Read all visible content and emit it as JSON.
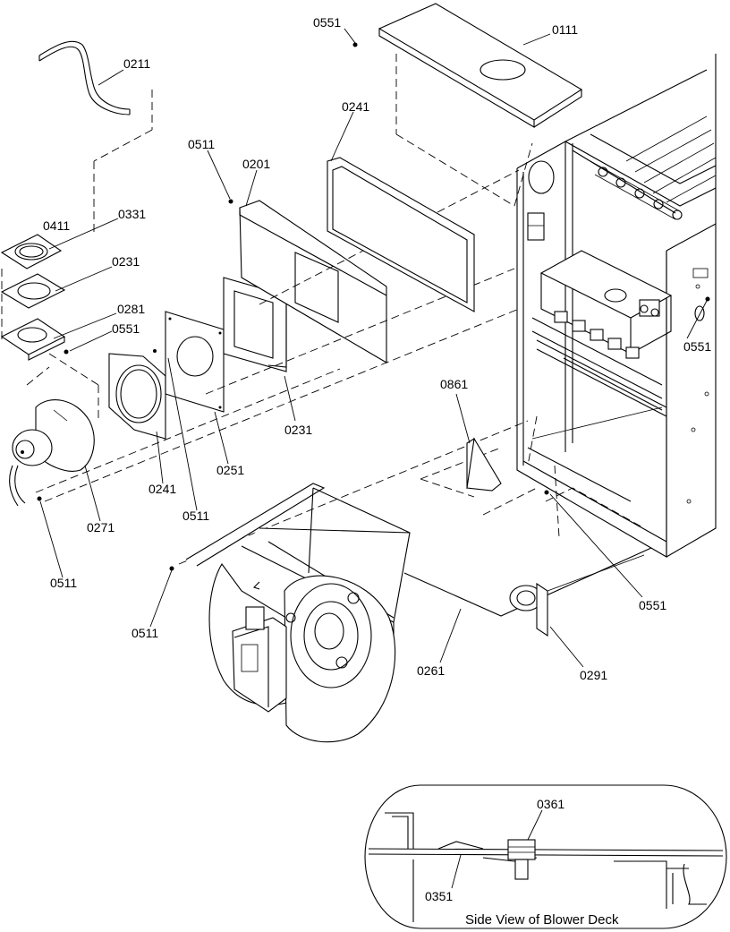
{
  "labels": {
    "l0551a": "0551",
    "l0111": "0111",
    "l0211": "0211",
    "l0241a": "0241",
    "l0511a": "0511",
    "l0201": "0201",
    "l0411": "0411",
    "l0331": "0331",
    "l0231a": "0231",
    "l0281": "0281",
    "l0551b": "0551",
    "l0551c": "0551",
    "l0861": "0861",
    "l0231b": "0231",
    "l0251": "0251",
    "l0241b": "0241",
    "l0511b": "0511",
    "l0271": "0271",
    "l0511c": "0511",
    "l0511d": "0511",
    "l0551d": "0551",
    "l0261": "0261",
    "l0291": "0291",
    "l0361": "0361",
    "l0351": "0351"
  },
  "inset": {
    "caption": "Side View of Blower Deck"
  }
}
